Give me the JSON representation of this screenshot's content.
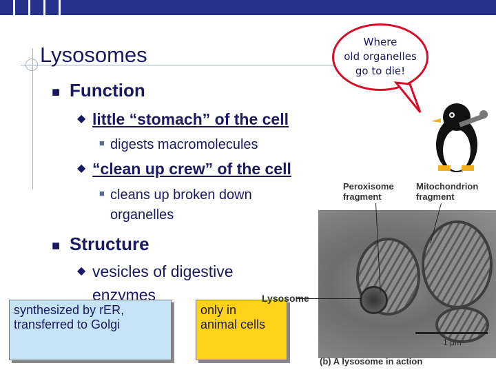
{
  "slide": {
    "title": "Lysosomes",
    "function_heading": "Function",
    "function_points": [
      {
        "text": "little “stomach” of the cell",
        "detail": "digests macromolecules"
      },
      {
        "text": "“clean up crew” of the cell",
        "detail_line1": "cleans up broken down",
        "detail_line2": "organelles"
      }
    ],
    "structure_heading": "Structure",
    "structure_point_line1": "vesicles of digestive",
    "structure_point_line2": "enzymes",
    "box_blue_line1": "synthesized by rER,",
    "box_blue_line2": "transferred to Golgi",
    "box_yellow_line1": "only in",
    "box_yellow_line2": "animal cells"
  },
  "bubble": {
    "line1": "Where",
    "line2": "old organelles",
    "line3": "go to die!"
  },
  "micrograph": {
    "label_peroxisome_1": "Peroxisome",
    "label_peroxisome_2": "fragment",
    "label_mito_1": "Mitochondrion",
    "label_mito_2": "fragment",
    "label_lysosome": "Lysosome",
    "scale": "1 μm",
    "caption": "(b) A lysosome in action"
  },
  "colors": {
    "title_text": "#1a1a5e",
    "top_bar": "#27308a",
    "bubble_border": "#d70d27",
    "box_blue": "#c6e3f5",
    "box_yellow": "#ffd21a"
  }
}
